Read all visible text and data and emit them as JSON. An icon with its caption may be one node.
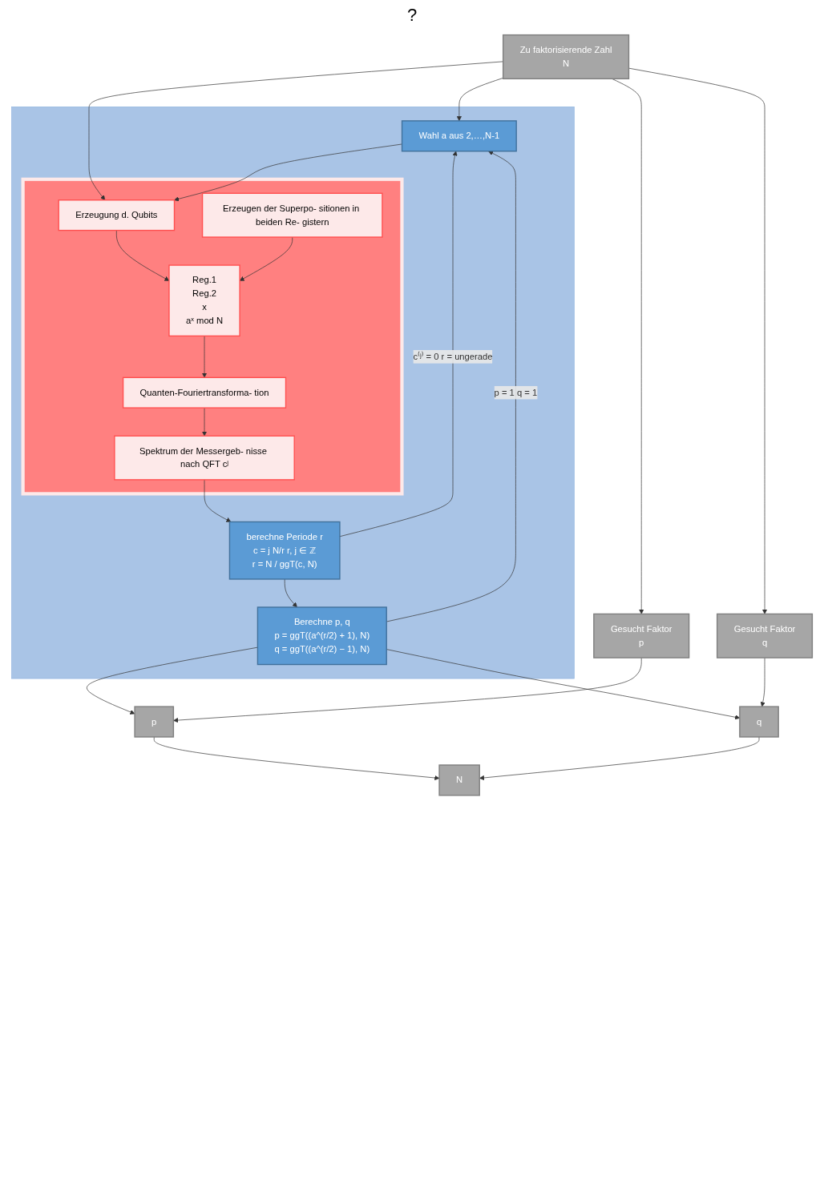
{
  "diagram": {
    "nodes": [
      {
        "text": [
          "Zu faktorisierende Zahl",
          "N"
        ]
      },
      {
        "text": [
          "Gesucht Faktor",
          "p"
        ]
      },
      {
        "text": [
          "Gesucht Faktor",
          "q"
        ]
      },
      {
        "text": [],
        "shape": "box"
      },
      {
        "text": [
          "Wahl a aus 2,…,N-1"
        ],
        "in": 3
      },
      {
        "text": [],
        "shape": "box",
        "in": 3
      },
      {
        "text": [
          "Erzeugung d. Qubits"
        ],
        "in": 5
      },
      {
        "text": [
          "Erzeugen der Superpo- sitionen in beiden Re- gistern"
        ],
        "in": 5
      },
      {
        "text": [
          "Reg.1",
          "Reg.2",
          "x",
          "aˣ mod N"
        ],
        "in": 5
      },
      {
        "text": [
          "Quanten-Fouriertransforma- tion"
        ],
        "in": 5
      },
      {
        "text": [
          "Spektrum der Messergeb- nisse nach QFT cʲ"
        ],
        "in": 5
      },
      {
        "text": [
          "berechne Periode r",
          "c = j N/r   r, j ∈ ℤ",
          "r = N / ggT(c, N)"
        ],
        "in": 3
      },
      {
        "text": [
          "Berechne p, q",
          "p = ggT((a^(r/2) + 1), N)",
          "q = ggT((a^(r/2) − 1), N)"
        ],
        "in": 3
      },
      {
        "text": [
          "p"
        ]
      },
      {
        "text": [
          "q"
        ]
      },
      {
        "text": [
          "N"
        ]
      }
    ],
    "edges": [
      {
        "from": 0,
        "to": 1,
        "arrow": "to"
      },
      {
        "from": 0,
        "to": 2,
        "arrow": "to"
      },
      {
        "from": 0,
        "to": 4,
        "arrow": "to"
      },
      {
        "from": 0,
        "to": 6,
        "arrow": "to"
      },
      {
        "from": 4,
        "to": 6,
        "arrow": "to"
      },
      {
        "from": 6,
        "to": 8,
        "arrow": "to"
      },
      {
        "from": 7,
        "to": 8,
        "arrow": "to"
      },
      {
        "from": 8,
        "to": 9,
        "arrow": "to"
      },
      {
        "from": 9,
        "to": 10,
        "arrow": "to"
      },
      {
        "from": 10,
        "to": 11,
        "arrow": "to"
      },
      {
        "from": 11,
        "to": 4,
        "arrow": "to",
        "label": "c⁽ʲ⁾ = 0 r = ungerade"
      },
      {
        "from": 11,
        "to": 12,
        "arrow": "to"
      },
      {
        "from": 12,
        "to": 4,
        "arrow": "to",
        "label": "p = 1 q = 1"
      },
      {
        "from": 12,
        "to": 13,
        "arrow": "to"
      },
      {
        "from": 12,
        "to": 14,
        "arrow": "to"
      },
      {
        "from": 1,
        "to": 13,
        "arrow": "to"
      },
      {
        "from": 2,
        "to": 14,
        "arrow": "to"
      },
      {
        "from": 13,
        "to": 15,
        "arrow": "to"
      },
      {
        "from": 14,
        "to": 15,
        "arrow": "to"
      }
    ],
    "labels": [
      "?"
    ]
  }
}
